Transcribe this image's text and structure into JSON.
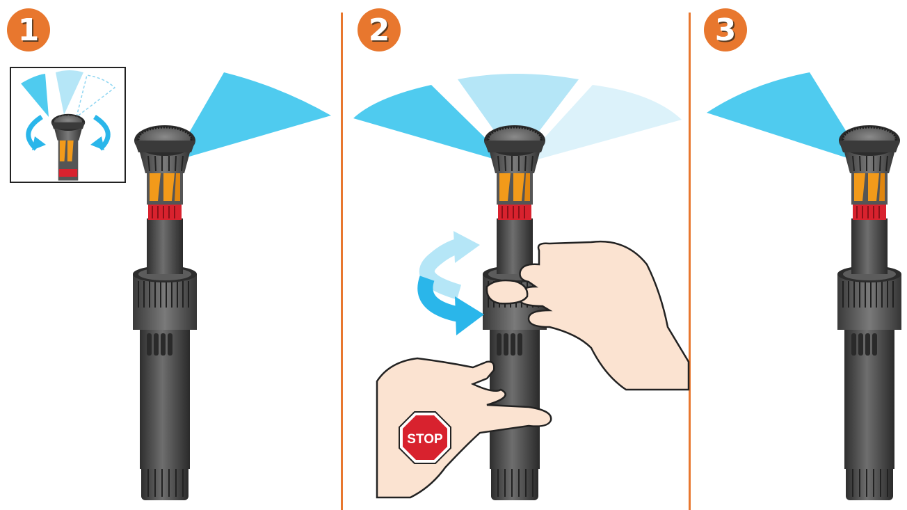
{
  "steps": [
    {
      "number": "1"
    },
    {
      "number": "2",
      "sign": "STOP"
    },
    {
      "number": "3"
    }
  ],
  "colors": {
    "accent": "#e8772e",
    "divider": "#e8772e",
    "spray": "#4fcbef",
    "spray_light": "#b5e6f7",
    "spray_lighter": "#dcf2fa",
    "arrow": "#2ab6ea",
    "body_dark": "#3c3c3c",
    "body_mid": "#5a5a5a",
    "nozzle_orange": "#f29a1a",
    "ring_red": "#d8222e",
    "skin": "#fbe3d1",
    "stop_red": "#d8222e"
  },
  "icons": [
    "sprinkler-icon",
    "hand-icon",
    "rotate-arrow-icon",
    "stop-sign-icon"
  ]
}
